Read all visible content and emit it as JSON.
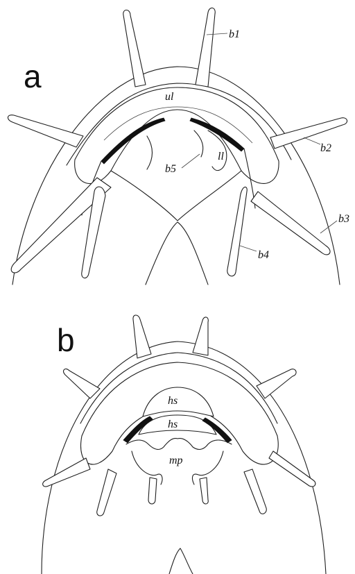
{
  "panels": [
    {
      "letter": "a",
      "labels": {
        "ul": "ul",
        "ll": "ll",
        "b1": "b1",
        "b2": "b2",
        "b3": "b3",
        "b4": "b4",
        "b5": "b5"
      }
    },
    {
      "letter": "b",
      "labels": {
        "hs_upper": "hs",
        "hs_lower": "hs",
        "mp": "mp"
      }
    }
  ]
}
